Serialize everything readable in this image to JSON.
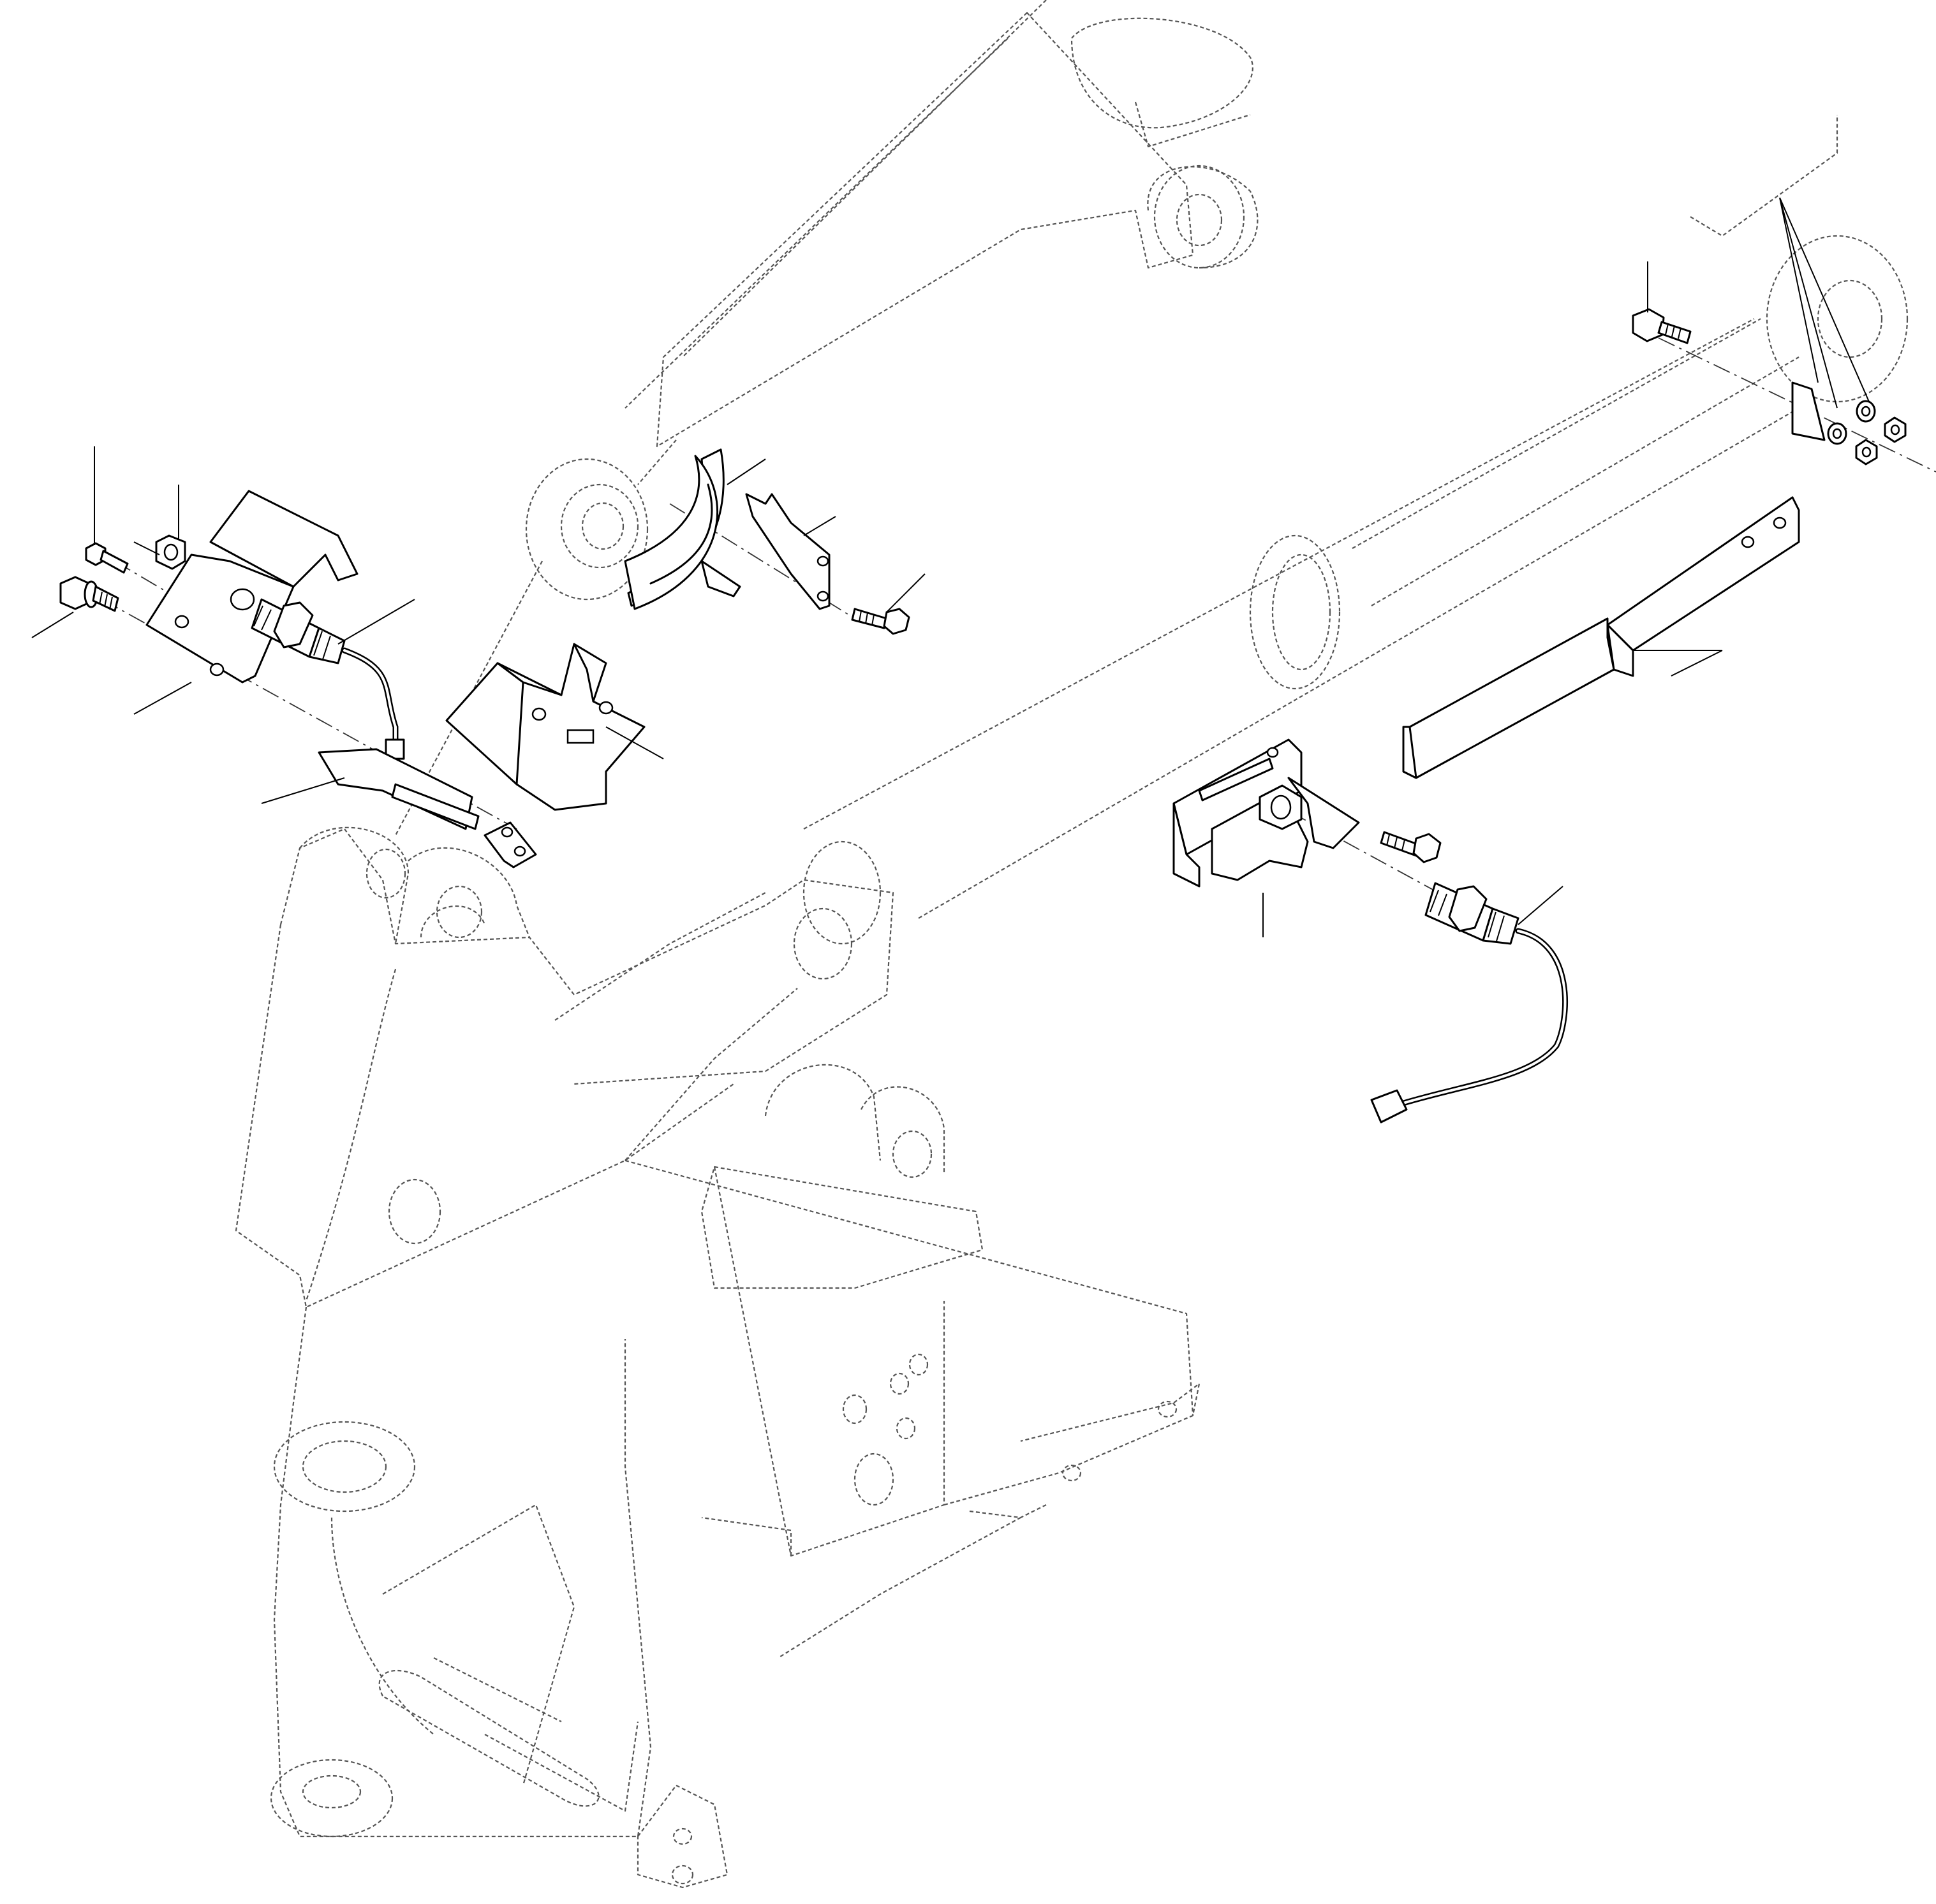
{
  "diagram": {
    "type": "exploded-parts-drawing",
    "colors": {
      "line": "#000000",
      "context_line": "#555555",
      "background": "#ffffff"
    },
    "parts": [
      {
        "id": "left-sensor-bracket"
      },
      {
        "id": "left-proximity-sensor"
      },
      {
        "id": "left-sensor-cable"
      },
      {
        "id": "left-flange-bolts"
      },
      {
        "id": "left-hex-nut"
      },
      {
        "id": "actuator-plate"
      },
      {
        "id": "cover-plate"
      },
      {
        "id": "curved-guide-plate"
      },
      {
        "id": "small-angle-bracket"
      },
      {
        "id": "small-flange-bolt"
      },
      {
        "id": "right-sensor-bracket"
      },
      {
        "id": "right-flange-bolt"
      },
      {
        "id": "right-proximity-sensor"
      },
      {
        "id": "right-sensor-cable"
      },
      {
        "id": "angle-rail"
      },
      {
        "id": "top-right-flange-bolt"
      },
      {
        "id": "top-right-nuts-washers"
      }
    ]
  }
}
